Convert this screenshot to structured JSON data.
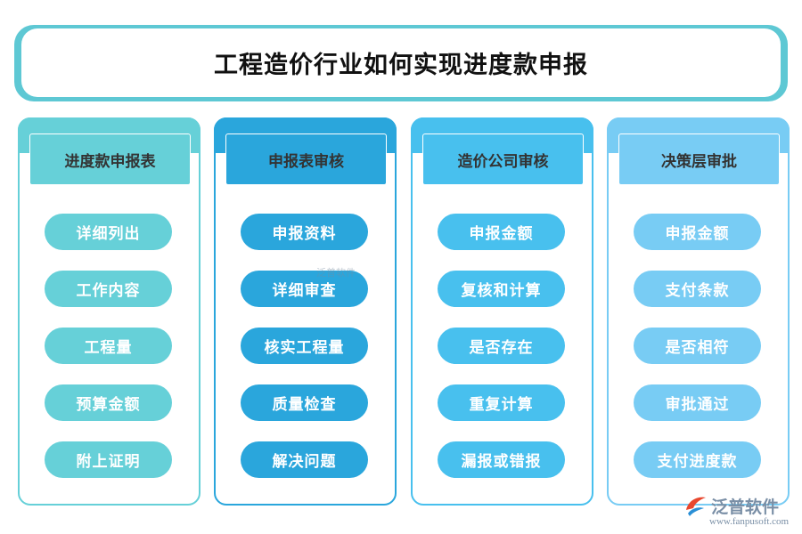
{
  "title": "工程造价行业如何实现进度款申报",
  "colors": {
    "frame": "#5ec8d4",
    "col1": "#66d0d8",
    "col2": "#2aa6dc",
    "col3": "#48c0ee",
    "col4": "#78ccf4"
  },
  "columns": [
    {
      "header": "进度款申报表",
      "items": [
        "详细列出",
        "工作内容",
        "工程量",
        "预算金额",
        "附上证明"
      ]
    },
    {
      "header": "申报表审核",
      "items": [
        "申报资料",
        "详细审查",
        "核实工程量",
        "质量检查",
        "解决问题"
      ]
    },
    {
      "header": "造价公司审核",
      "items": [
        "申报金额",
        "复核和计算",
        "是否存在",
        "重复计算",
        "漏报或错报"
      ]
    },
    {
      "header": "决策层审批",
      "items": [
        "申报金额",
        "支付条款",
        "是否相符",
        "审批通过",
        "支付进度款"
      ]
    }
  ],
  "watermark": "泛普软件",
  "logo": {
    "name": "泛普软件",
    "url": "www.fanpusoft.com",
    "icon": "fanpu-logo-icon"
  }
}
